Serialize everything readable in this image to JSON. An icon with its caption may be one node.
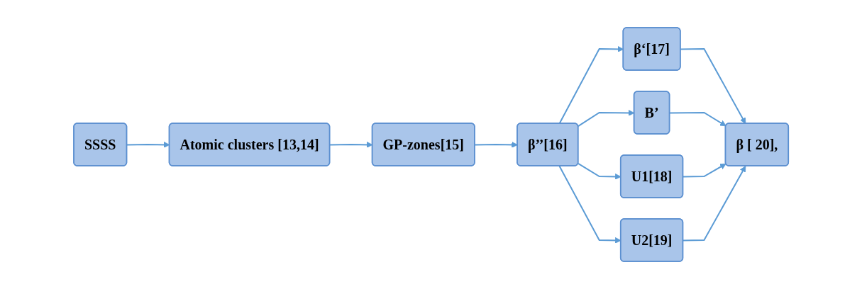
{
  "diagram": {
    "nodes": [
      {
        "text": [
          "SSSS"
        ]
      },
      {
        "text": [
          "Atomic clusters [13,14]"
        ]
      },
      {
        "text": [
          "GP-zones[15]"
        ]
      },
      {
        "text": [
          "β’’[16]"
        ]
      },
      {
        "text": [
          "β‘[17]"
        ]
      },
      {
        "text": [
          "B’"
        ]
      },
      {
        "text": [
          "U1[18]"
        ]
      },
      {
        "text": [
          "U2[19]"
        ]
      },
      {
        "text": [
          "β [ 20],"
        ]
      }
    ],
    "edges": [
      {
        "from": 0,
        "to": 1,
        "arrow": "to"
      },
      {
        "from": 1,
        "to": 2,
        "arrow": "to"
      },
      {
        "from": 2,
        "to": 3,
        "arrow": "to"
      },
      {
        "from": 3,
        "to": 4,
        "arrow": "to"
      },
      {
        "from": 3,
        "to": 5,
        "arrow": "to"
      },
      {
        "from": 3,
        "to": 6,
        "arrow": "to"
      },
      {
        "from": 3,
        "to": 7,
        "arrow": "to"
      },
      {
        "from": 4,
        "to": 8,
        "arrow": "to"
      },
      {
        "from": 5,
        "to": 8,
        "arrow": "to"
      },
      {
        "from": 6,
        "to": 8,
        "arrow": "to"
      },
      {
        "from": 7,
        "to": 8,
        "arrow": "to"
      }
    ]
  }
}
